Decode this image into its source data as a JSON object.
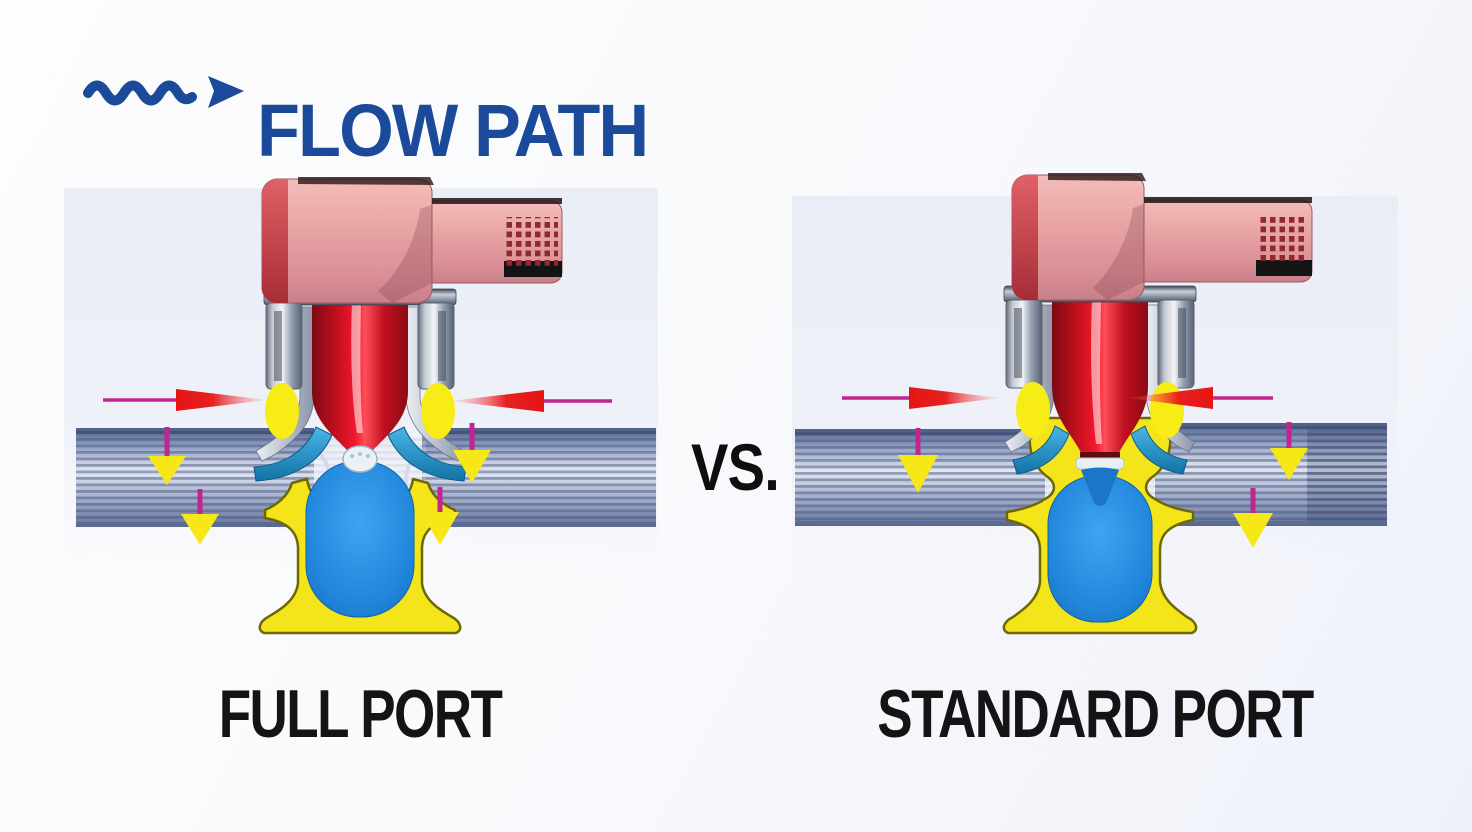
{
  "palette": {
    "title-blue": "#1b4a9b",
    "label-black": "#141414",
    "vs-black": "#0e0e0e",
    "valve-yellow": "#f4e51a",
    "arrow-magenta": "#c2258f",
    "arrow-red": "#e61515",
    "actuator-pink": "#e8a2a3",
    "stem-red": "#d01020",
    "seat-blue": "#2b9ad8",
    "chamber-blue": "#2489e0",
    "pipe-slate": "#8d9abc",
    "metal-gray": "#aab3c2",
    "panel-tint": "#edf0f8"
  },
  "header": {
    "title": "FLOW PATH",
    "icon": "wavy-flow-arrow-right"
  },
  "comparison": {
    "divider_label": "VS.",
    "panels": [
      {
        "id": "full-port",
        "label": "FULL PORT"
      },
      {
        "id": "standard-port",
        "label": "STANDARD PORT"
      }
    ]
  }
}
